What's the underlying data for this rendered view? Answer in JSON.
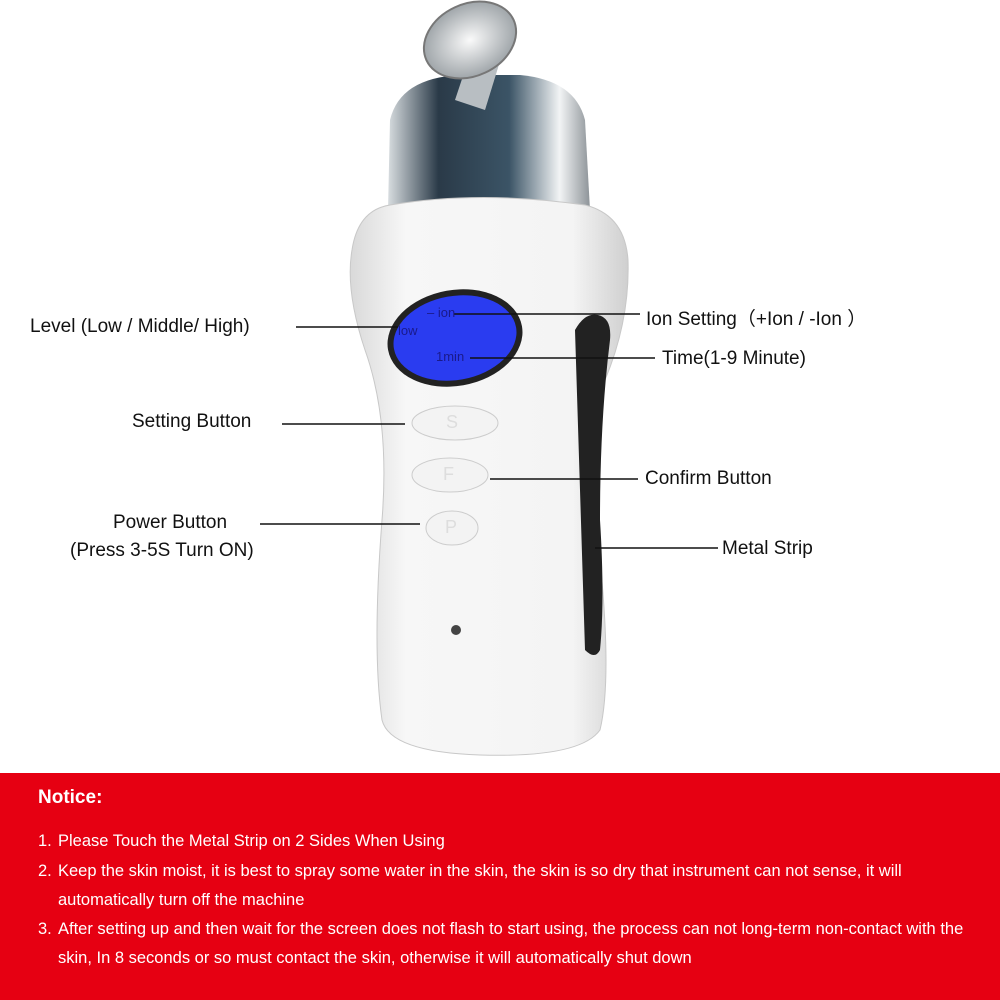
{
  "labels": {
    "level": "Level (Low / Middle/ High)",
    "ion_setting": "Ion Setting（+Ion  / -Ion ）",
    "time": "Time(1-9 Minute)",
    "setting_button": "Setting Button",
    "confirm_button": "Confirm Button",
    "power_button": "Power Button",
    "power_button_note": "(Press 3-5S Turn ON)",
    "metal_strip": "Metal Strip"
  },
  "lcd": {
    "ion": "– ion",
    "level": "low",
    "time": "1min"
  },
  "buttons": {
    "s": "S",
    "f": "F",
    "p": "P"
  },
  "notice": {
    "title": "Notice:",
    "items": [
      {
        "num": "1.",
        "text": "Please Touch the Metal Strip on 2 Sides When Using"
      },
      {
        "num": "2.",
        "text": "Keep the skin moist, it is best to spray some water in the skin, the skin is so dry that instrument can not sense, it will automatically turn off the machine"
      },
      {
        "num": "3.",
        "text": "After setting up and then wait for the screen does not flash to start using, the process can not long-term non-contact with the skin, In 8 seconds or so must contact the skin, otherwise it will automatically shut down"
      }
    ]
  },
  "colors": {
    "notice_bg": "#e60012",
    "lcd": "#2a3cf0"
  }
}
